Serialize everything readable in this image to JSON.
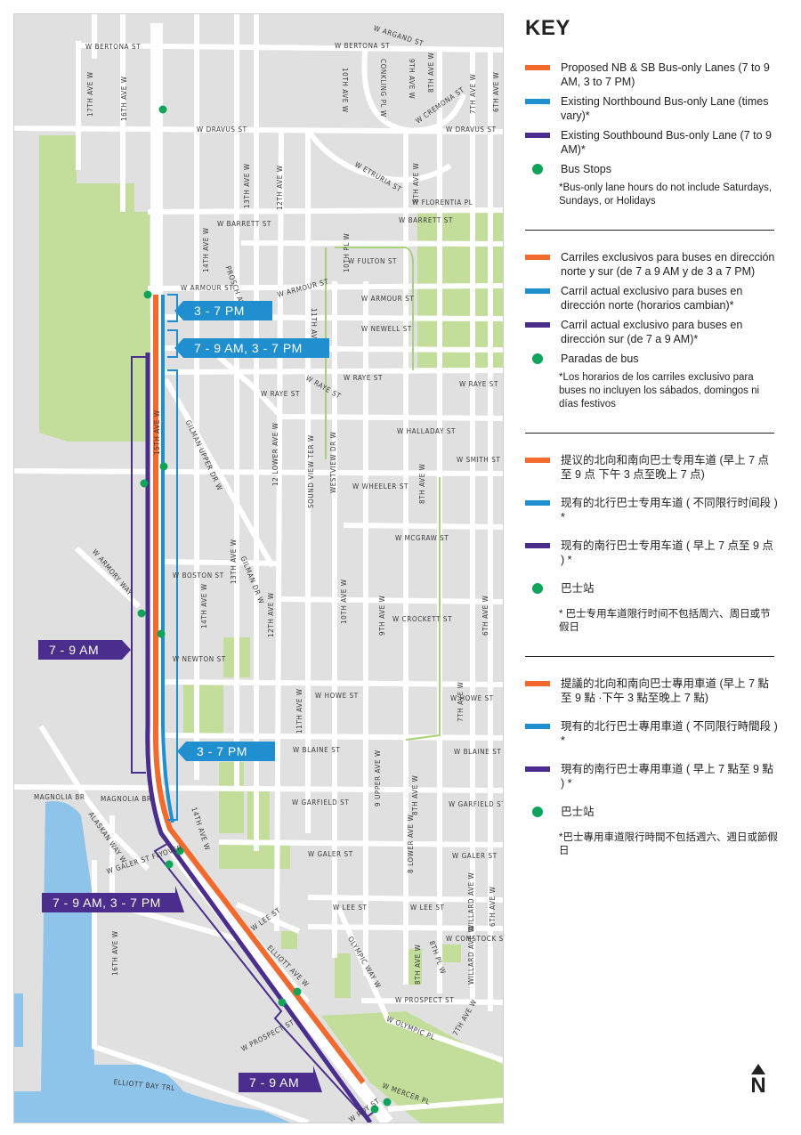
{
  "key": {
    "title": "KEY",
    "colors": {
      "proposed": "#f26a2e",
      "northbound": "#1f8fd0",
      "southbound": "#4a2d8c",
      "bus_stop": "#0fa45a",
      "park": "#c3dd9b",
      "water": "#8ec3ea",
      "land": "#e0e0e0"
    },
    "sections": [
      {
        "language": "English",
        "items": [
          {
            "type": "proposed",
            "label": "Proposed NB & SB Bus-only Lanes (7 to 9 AM, 3 to 7 PM)"
          },
          {
            "type": "northbound",
            "label": "Existing Northbound Bus-only Lane (times vary)*"
          },
          {
            "type": "southbound",
            "label": "Existing Southbound Bus-only Lane (7 to 9 AM)*"
          },
          {
            "type": "bus_stop",
            "label": "Bus Stops"
          }
        ],
        "note": "*Bus-only lane hours do not include Saturdays, Sundays, or Holidays"
      },
      {
        "language": "Spanish",
        "items": [
          {
            "type": "proposed",
            "label": "Carriles exclusivos para buses en dirección norte y sur (de 7 a 9 AM y de 3 a 7 PM)"
          },
          {
            "type": "northbound",
            "label": "Carril actual exclusivo para buses en dirección norte (horarios cambian)*"
          },
          {
            "type": "southbound",
            "label": "Carril actual exclusivo para buses en dirección sur (de 7 a 9 AM)*"
          },
          {
            "type": "bus_stop",
            "label": "Paradas de bus"
          }
        ],
        "note": "*Los horarios de los carriles exclusivo para buses no incluyen los sábados, domingos ni días festivos"
      },
      {
        "language": "Simplified Chinese",
        "items": [
          {
            "type": "proposed",
            "label": "提议的北向和南向巴士专用车道 (早上 7 点至 9 点 下午 3 点至晚上 7 点)"
          },
          {
            "type": "northbound",
            "label": "现有的北行巴士专用车道 ( 不同限行时间段 ) *"
          },
          {
            "type": "southbound",
            "label": "现有的南行巴士专用车道 ( 早上 7 点至 9 点 ) *"
          },
          {
            "type": "bus_stop",
            "label": "巴士站"
          }
        ],
        "note": "* 巴士专用车道限行时间不包括周六、周日或节假日"
      },
      {
        "language": "Traditional Chinese",
        "items": [
          {
            "type": "proposed",
            "label": "提議的北向和南向巴士專用車道 (早上 7 點至 9 點 ·下午 3 點至晚上 7 點)"
          },
          {
            "type": "northbound",
            "label": "現有的北行巴士專用車道 ( 不同限行時間段 ) *"
          },
          {
            "type": "southbound",
            "label": "現有的南行巴士專用車道 ( 早上 7 點至 9 點 ) *"
          },
          {
            "type": "bus_stop",
            "label": "巴士站"
          }
        ],
        "note": "*巴士專用車道限行時間不包括週六、週日或節假日"
      }
    ]
  },
  "north_arrow": {
    "label": "N"
  },
  "map": {
    "callouts": [
      {
        "id": "nb-armour",
        "label": "3 - 7 PM",
        "color": "northbound"
      },
      {
        "id": "nb-raye",
        "label": "7 - 9 AM, 3 - 7 PM",
        "color": "northbound"
      },
      {
        "id": "sb-15th",
        "label": "7 - 9 AM",
        "color": "southbound"
      },
      {
        "id": "nb-blaine",
        "label": "3 - 7 PM",
        "color": "northbound"
      },
      {
        "id": "sb-galer",
        "label": "7 - 9 AM, 3 - 7 PM",
        "color": "southbound"
      },
      {
        "id": "sb-roy",
        "label": "7 - 9 AM",
        "color": "southbound"
      }
    ],
    "streets": [
      "W BERTONA ST",
      "W BERTONA ST",
      "W ARGAND ST",
      "17TH AVE W",
      "16TH AVE W",
      "W DRAVUS ST",
      "W DRAVUS ST",
      "10TH AVE W",
      "CONKLING PL W",
      "9TH AVE W",
      "8TH AVE W",
      "W CREMONA ST",
      "7TH AVE W",
      "6TH AVE W",
      "13TH AVE W",
      "12TH AVE W",
      "W ETRURIA ST",
      "8TH AVE W",
      "W FLORENTIA PL",
      "W BARRETT ST",
      "W BARRETT ST",
      "14TH AVE W",
      "PROSCH AVE",
      "10TH PL W",
      "W FULTON ST",
      "W ARMOUR ST",
      "W ARMOUR ST",
      "W ARMOUR ST",
      "11TH AVE W",
      "W NEWELL ST",
      "W RAYE ST",
      "W RAYE ST",
      "W RAYE ST",
      "W RAYE ST",
      "15TH AVE W",
      "GILMAN UPPER DR W",
      "12 LOWER AVE W",
      "SOUND VIEW TER W",
      "WESTVIEW DR W",
      "W HALLADAY ST",
      "W SMITH ST",
      "W WHEELER ST",
      "8TH AVE W",
      "W MCGRAW ST",
      "W ARMORY WAY",
      "W BOSTON ST",
      "13TH AVE W",
      "GILMAN DR W",
      "14TH AVE W",
      "12TH AVE W",
      "10TH AVE W",
      "9TH AVE W",
      "W CROCKETT ST",
      "6TH AVE W",
      "W NEWTON ST",
      "11TH AVE W",
      "W HOWE ST",
      "7TH AVE W",
      "W HOWE ST",
      "W BLAINE ST",
      "W BLAINE ST",
      "9 UPPER AVE W",
      "8TH AVE W",
      "MAGNOLIA BR",
      "MAGNOLIA BR",
      "W GARFIELD ST",
      "W GARFIELD ST",
      "14TH AVE W",
      "ALASKAN WAY W",
      "W GALER ST FLYOVER",
      "W GALER ST",
      "8 LOWER AVE W",
      "W GALER ST",
      "16TH AVE W",
      "W LEE ST",
      "W LEE ST",
      "W LEE ST",
      "WILLARD AVE W",
      "6TH AVE W",
      "W COMSTOCK ST",
      "ELLIOTT AVE W",
      "OLYMPIC WAY W",
      "8TH PL W",
      "8TH AVE W",
      "WILLARD AVE W",
      "W PROSPECT ST",
      "W PROSPECT ST",
      "W OLYMPIC PL",
      "7TH AVE W",
      "ELLIOTT BAY TRL",
      "W MERCER PL",
      "W ROY ST"
    ]
  }
}
